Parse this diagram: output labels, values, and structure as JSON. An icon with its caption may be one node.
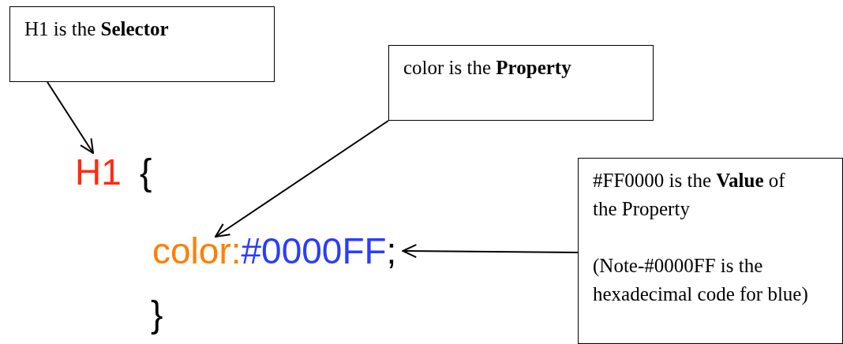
{
  "diagram": {
    "nodes": [
      {
        "text": [
          "H1 is the **Selector**"
        ]
      },
      {
        "text": [
          "color is the **Property**"
        ]
      },
      {
        "text": [
          "#FF0000 is the **Value** of the Property",
          "(Note-#0000FF is the hexadecimal code for blue)"
        ]
      },
      {
        "text": [
          "H1"
        ]
      },
      {
        "text": [
          "color:"
        ]
      },
      {
        "text": [
          ";"
        ]
      }
    ],
    "edges": [
      {
        "from": 0,
        "to": 3,
        "arrow": "to"
      },
      {
        "from": 1,
        "to": 4,
        "arrow": "to"
      },
      {
        "from": 2,
        "to": 5,
        "arrow": "to"
      }
    ],
    "labels": [
      "{",
      "#0000FF",
      "}"
    ]
  }
}
